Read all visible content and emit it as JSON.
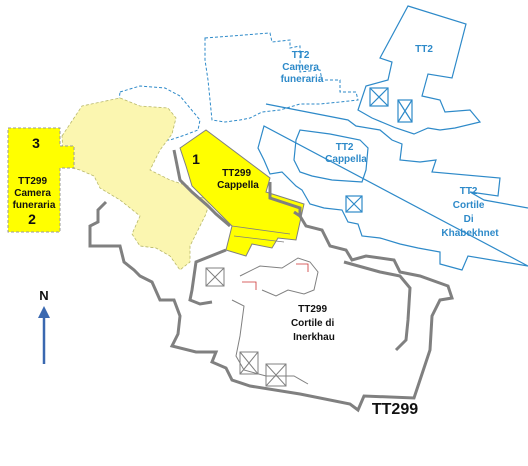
{
  "colors": {
    "tt2_outline": "#2e8ac9",
    "tt299_wall": "#808080",
    "highlight": "#ffff00",
    "pale_fill": "#fbf6b0",
    "north_arrow": "#3a68b0"
  },
  "tt2": {
    "camera_funeraria": [
      "TT2",
      "Camera",
      "funeraria"
    ],
    "top": "TT2",
    "cappella": [
      "TT2",
      "Cappella"
    ],
    "cortile": [
      "TT2",
      "Cortile",
      "Di",
      "Khabekhnet"
    ]
  },
  "tt299": {
    "camera_funeraria": [
      "TT299",
      "Camera",
      "funeraria"
    ],
    "cappella": [
      "TT299",
      "Cappella"
    ],
    "cortile": [
      "TT299",
      "Cortile di",
      "Inerkhau"
    ],
    "title": "TT299"
  },
  "markers": {
    "m1": "1",
    "m2": "2",
    "m3": "3"
  },
  "north": {
    "label": "N"
  }
}
